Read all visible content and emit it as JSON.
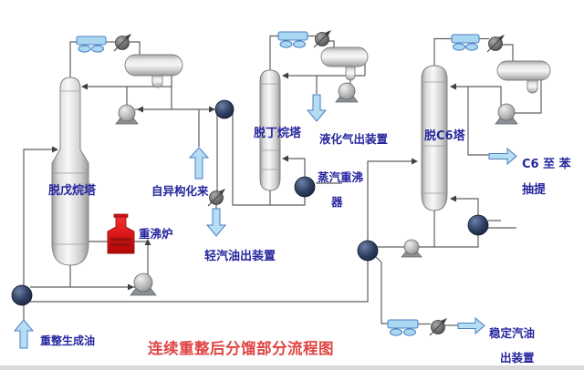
{
  "title": "连续重整后分馏部分流程图",
  "labels": {
    "col1": "脱戊烷塔",
    "col2": "脱丁烷塔",
    "col3": "脱C6塔",
    "furnace": "重沸炉",
    "steam_reboiler_1": "蒸汽重沸",
    "steam_reboiler_2": "器",
    "from_isom": "自异构化来",
    "reformate": "重整生成油",
    "light_gasoline": "轻汽油出装置",
    "lpg": "液化气出装置",
    "c6_1": "C6 至 苯",
    "c6_2": "抽提",
    "stable_1": "稳定汽油",
    "stable_2": "出装置"
  },
  "colors": {
    "label_navy": "#26269e",
    "title_red": "#e04343",
    "pipe_gray": "#5f5f5f",
    "cooler_blue": "#a9d7f2",
    "flow_arrow_blue": "#b5ddf4",
    "exchanger_navy": "#233050",
    "furnace_red": "#d31414"
  },
  "equipment": [
    "depentanizer-column",
    "debutanizer-column",
    "de-c6-column",
    "air-cooler",
    "control-valve",
    "reflux-drum",
    "pump",
    "reboiler-furnace",
    "steam-reboiler-exchanger",
    "feed-exchanger"
  ]
}
